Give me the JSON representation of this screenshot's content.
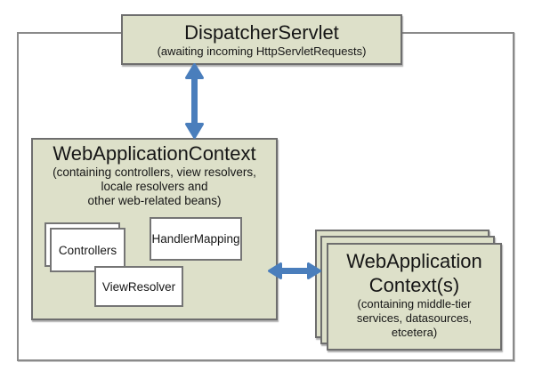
{
  "colors": {
    "box_fill": "#dde0c9",
    "box_border": "#6e6e6e",
    "inner_box_fill": "#ffffff",
    "inner_box_border": "#757575",
    "outer_border": "#8a8a8a",
    "arrow": "#4a7ebc",
    "text": "#161616"
  },
  "diagram": {
    "dispatcher": {
      "title": "DispatcherServlet",
      "subtitle": "(awaiting incoming HttpServletRequests)"
    },
    "web_context": {
      "title": "WebApplicationContext",
      "subtitle_lines": [
        "(containing controllers, view resolvers,",
        "locale resolvers and",
        "other web-related beans)"
      ],
      "beans": {
        "controllers": "Controllers",
        "handler_mapping": "HandlerMapping",
        "view_resolver": "ViewResolver"
      }
    },
    "root_contexts": {
      "title_lines": [
        "WebApplication",
        "Context(s)"
      ],
      "subtitle_lines": [
        "(containing middle-tier",
        "services, datasources,",
        "etcetera)"
      ]
    }
  }
}
